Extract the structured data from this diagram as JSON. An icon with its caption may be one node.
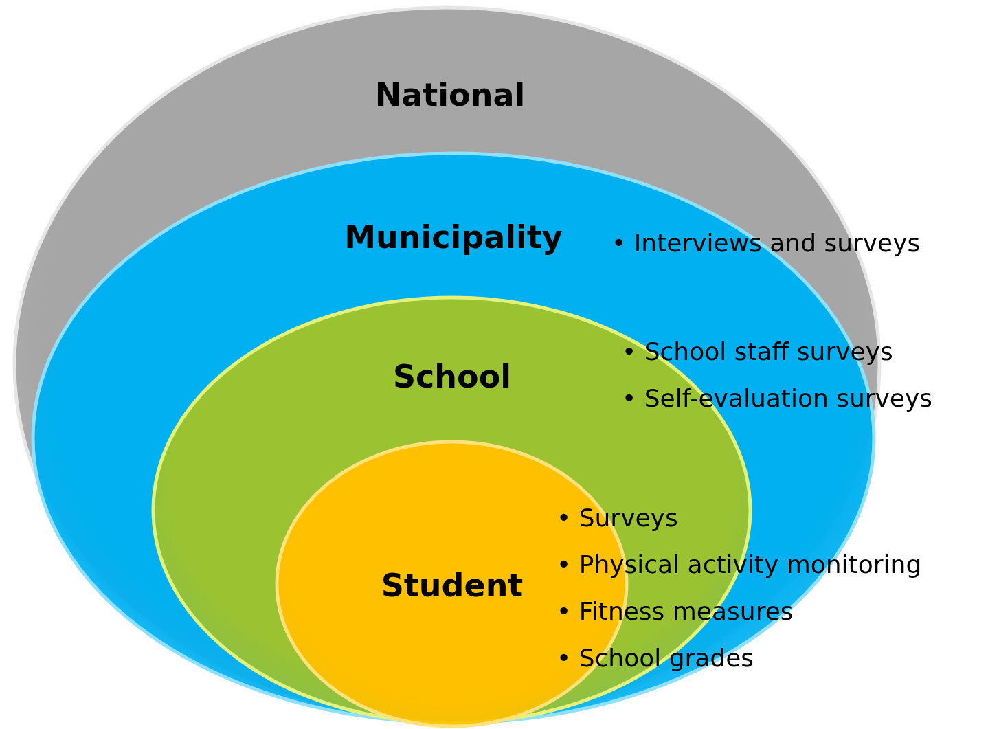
{
  "diagram": {
    "nodes": [
      {
        "text": [
          "National"
        ]
      },
      {
        "text": [
          "Municipality"
        ],
        "in": 0,
        "beside": [
          "• Interviews and surveys"
        ]
      },
      {
        "text": [
          "School"
        ],
        "in": 1,
        "beside": [
          "• School staff surveys",
          "• Self-evaluation surveys"
        ]
      },
      {
        "text": [
          "Student"
        ],
        "in": 2,
        "beside": [
          "• Surveys",
          "• Physical activity monitoring",
          "• Fitness measures",
          "• School grades"
        ]
      }
    ]
  }
}
